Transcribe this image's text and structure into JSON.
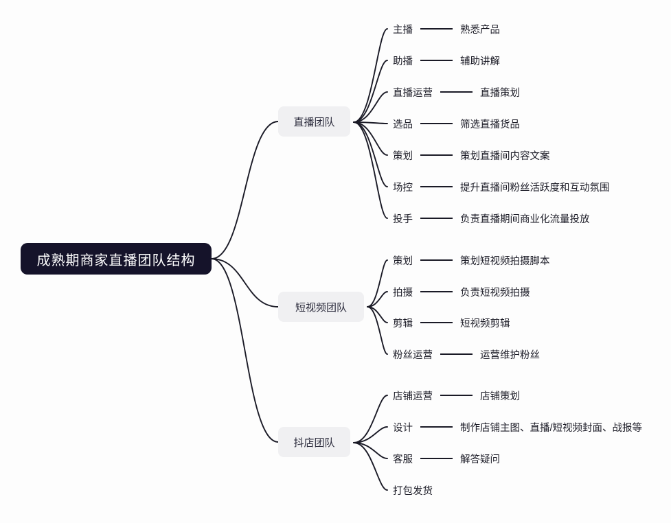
{
  "diagram": {
    "type": "mindmap",
    "root": {
      "label": "成熟期商家直播团队结构",
      "color": "#15132a",
      "text_color": "#ffffff"
    },
    "branch_style": {
      "background": "#f0f0f2",
      "text_color": "#2b2b3c"
    },
    "edge_color": "#1a1a26",
    "background": "#fdfdfd",
    "branches": [
      {
        "label": "直播团队",
        "children": [
          {
            "label": "主播",
            "desc": "熟悉产品"
          },
          {
            "label": "助播",
            "desc": "辅助讲解"
          },
          {
            "label": "直播运营",
            "desc": "直播策划"
          },
          {
            "label": "选品",
            "desc": "筛选直播货品"
          },
          {
            "label": "策划",
            "desc": "策划直播间内容文案"
          },
          {
            "label": "场控",
            "desc": "提升直播间粉丝活跃度和互动氛围"
          },
          {
            "label": "投手",
            "desc": "负责直播期间商业化流量投放"
          }
        ]
      },
      {
        "label": "短视频团队",
        "children": [
          {
            "label": "策划",
            "desc": "策划短视频拍摄脚本"
          },
          {
            "label": "拍摄",
            "desc": "负责短视频拍摄"
          },
          {
            "label": "剪辑",
            "desc": "短视频剪辑"
          },
          {
            "label": "粉丝运营",
            "desc": "运营维护粉丝"
          }
        ]
      },
      {
        "label": "抖店团队",
        "children": [
          {
            "label": "店铺运营",
            "desc": "店铺策划"
          },
          {
            "label": "设计",
            "desc": "制作店铺主图、直播/短视频封面、战报等"
          },
          {
            "label": "客服",
            "desc": "解答疑问"
          },
          {
            "label": "打包发货",
            "desc": ""
          }
        ]
      }
    ]
  }
}
